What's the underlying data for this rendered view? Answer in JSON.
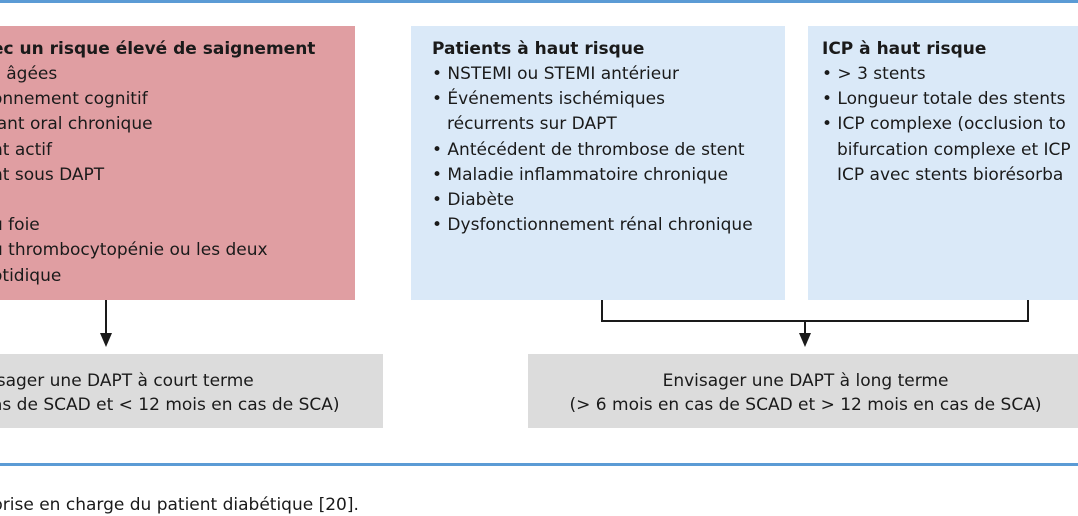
{
  "boxes": {
    "bleeding": {
      "title": "ec un risque élevé de saignement",
      "items": [
        "s âgées",
        "onnement cognitif",
        "lant oral chronique",
        "nt actif",
        "nt sous DAPT",
        "",
        "u foie",
        "u thrombocytopénie ou les deux",
        "otidique"
      ]
    },
    "high_risk_patients": {
      "title": "Patients à haut risque",
      "items": [
        {
          "text": "• NSTEMI ou STEMI antérieur",
          "indent": false
        },
        {
          "text": "• Événements ischémiques",
          "indent": false
        },
        {
          "text": "récurrents sur DAPT",
          "indent": true
        },
        {
          "text": "• Antécédent de thrombose de stent",
          "indent": false
        },
        {
          "text": "• Maladie inflammatoire chronique",
          "indent": false
        },
        {
          "text": "• Diabète",
          "indent": false
        },
        {
          "text": "• Dysfonctionnement rénal chronique",
          "indent": false
        }
      ]
    },
    "high_risk_pci": {
      "title": "ICP à haut risque",
      "items": [
        {
          "text": "• > 3 stents",
          "indent": false
        },
        {
          "text": "• Longueur totale des stents",
          "indent": false
        },
        {
          "text": "• ICP complexe (occlusion to",
          "indent": false
        },
        {
          "text": "bifurcation complexe et ICP",
          "indent": true
        },
        {
          "text": "ICP avec stents biorésorba",
          "indent": true
        }
      ]
    }
  },
  "outcomes": {
    "short": {
      "line1": "isager une DAPT à court terme",
      "line2": "as de SCAD et < 12 mois en cas de SCA)"
    },
    "long": {
      "line1": "Envisager une DAPT à long terme",
      "line2": "(> 6 mois en cas de SCAD et > 12 mois en cas de SCA)"
    }
  },
  "caption": "prise en charge du patient diabétique [20].",
  "colors": {
    "rule": "#5b9bd5",
    "bleeding_box": "#e09ea2",
    "risk_box": "#dae9f8",
    "outcome_box": "#dcdcdc"
  }
}
